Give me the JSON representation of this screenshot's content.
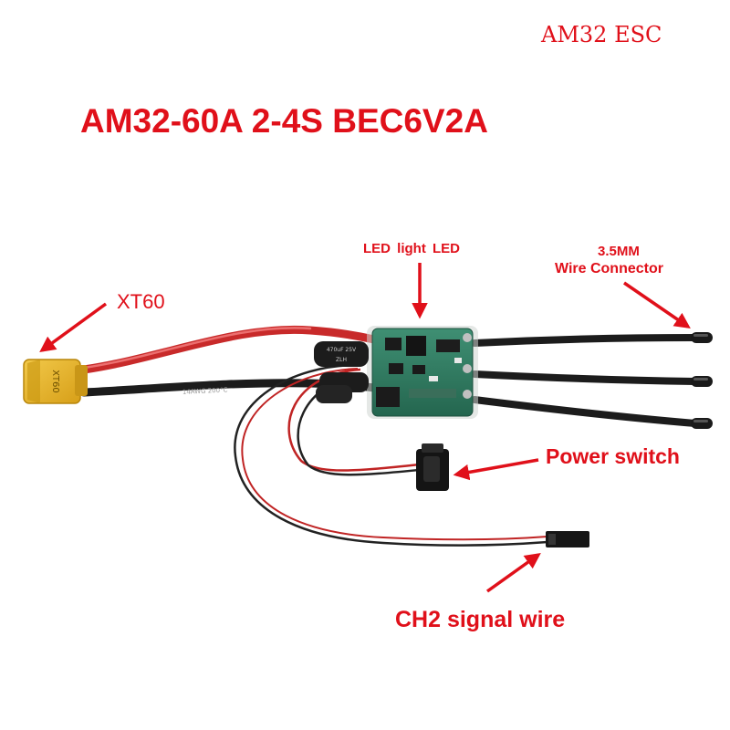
{
  "brand": "AM32 ESC",
  "title": "AM32-60A 2-4S BEC6V2A",
  "callouts": {
    "led": "LED light  LED",
    "connector_size": "3.5MM",
    "connector_name": "Wire Connector",
    "xt60": "XT60",
    "power_switch": "Power switch",
    "signal_wire": "CH2 signal wire"
  },
  "product_markings": {
    "xt60_plug": "XT60",
    "wire_gauge": "14AWG 200°C",
    "capacitor_top": "470uF 25V",
    "capacitor_side": "ZLH"
  },
  "colors": {
    "callout_red": "#e0101a",
    "board_green": "#2e7d62",
    "xt60_yellow": "#e8b82a",
    "wire_red": "#d03030",
    "wire_black": "#1c1c1c"
  }
}
